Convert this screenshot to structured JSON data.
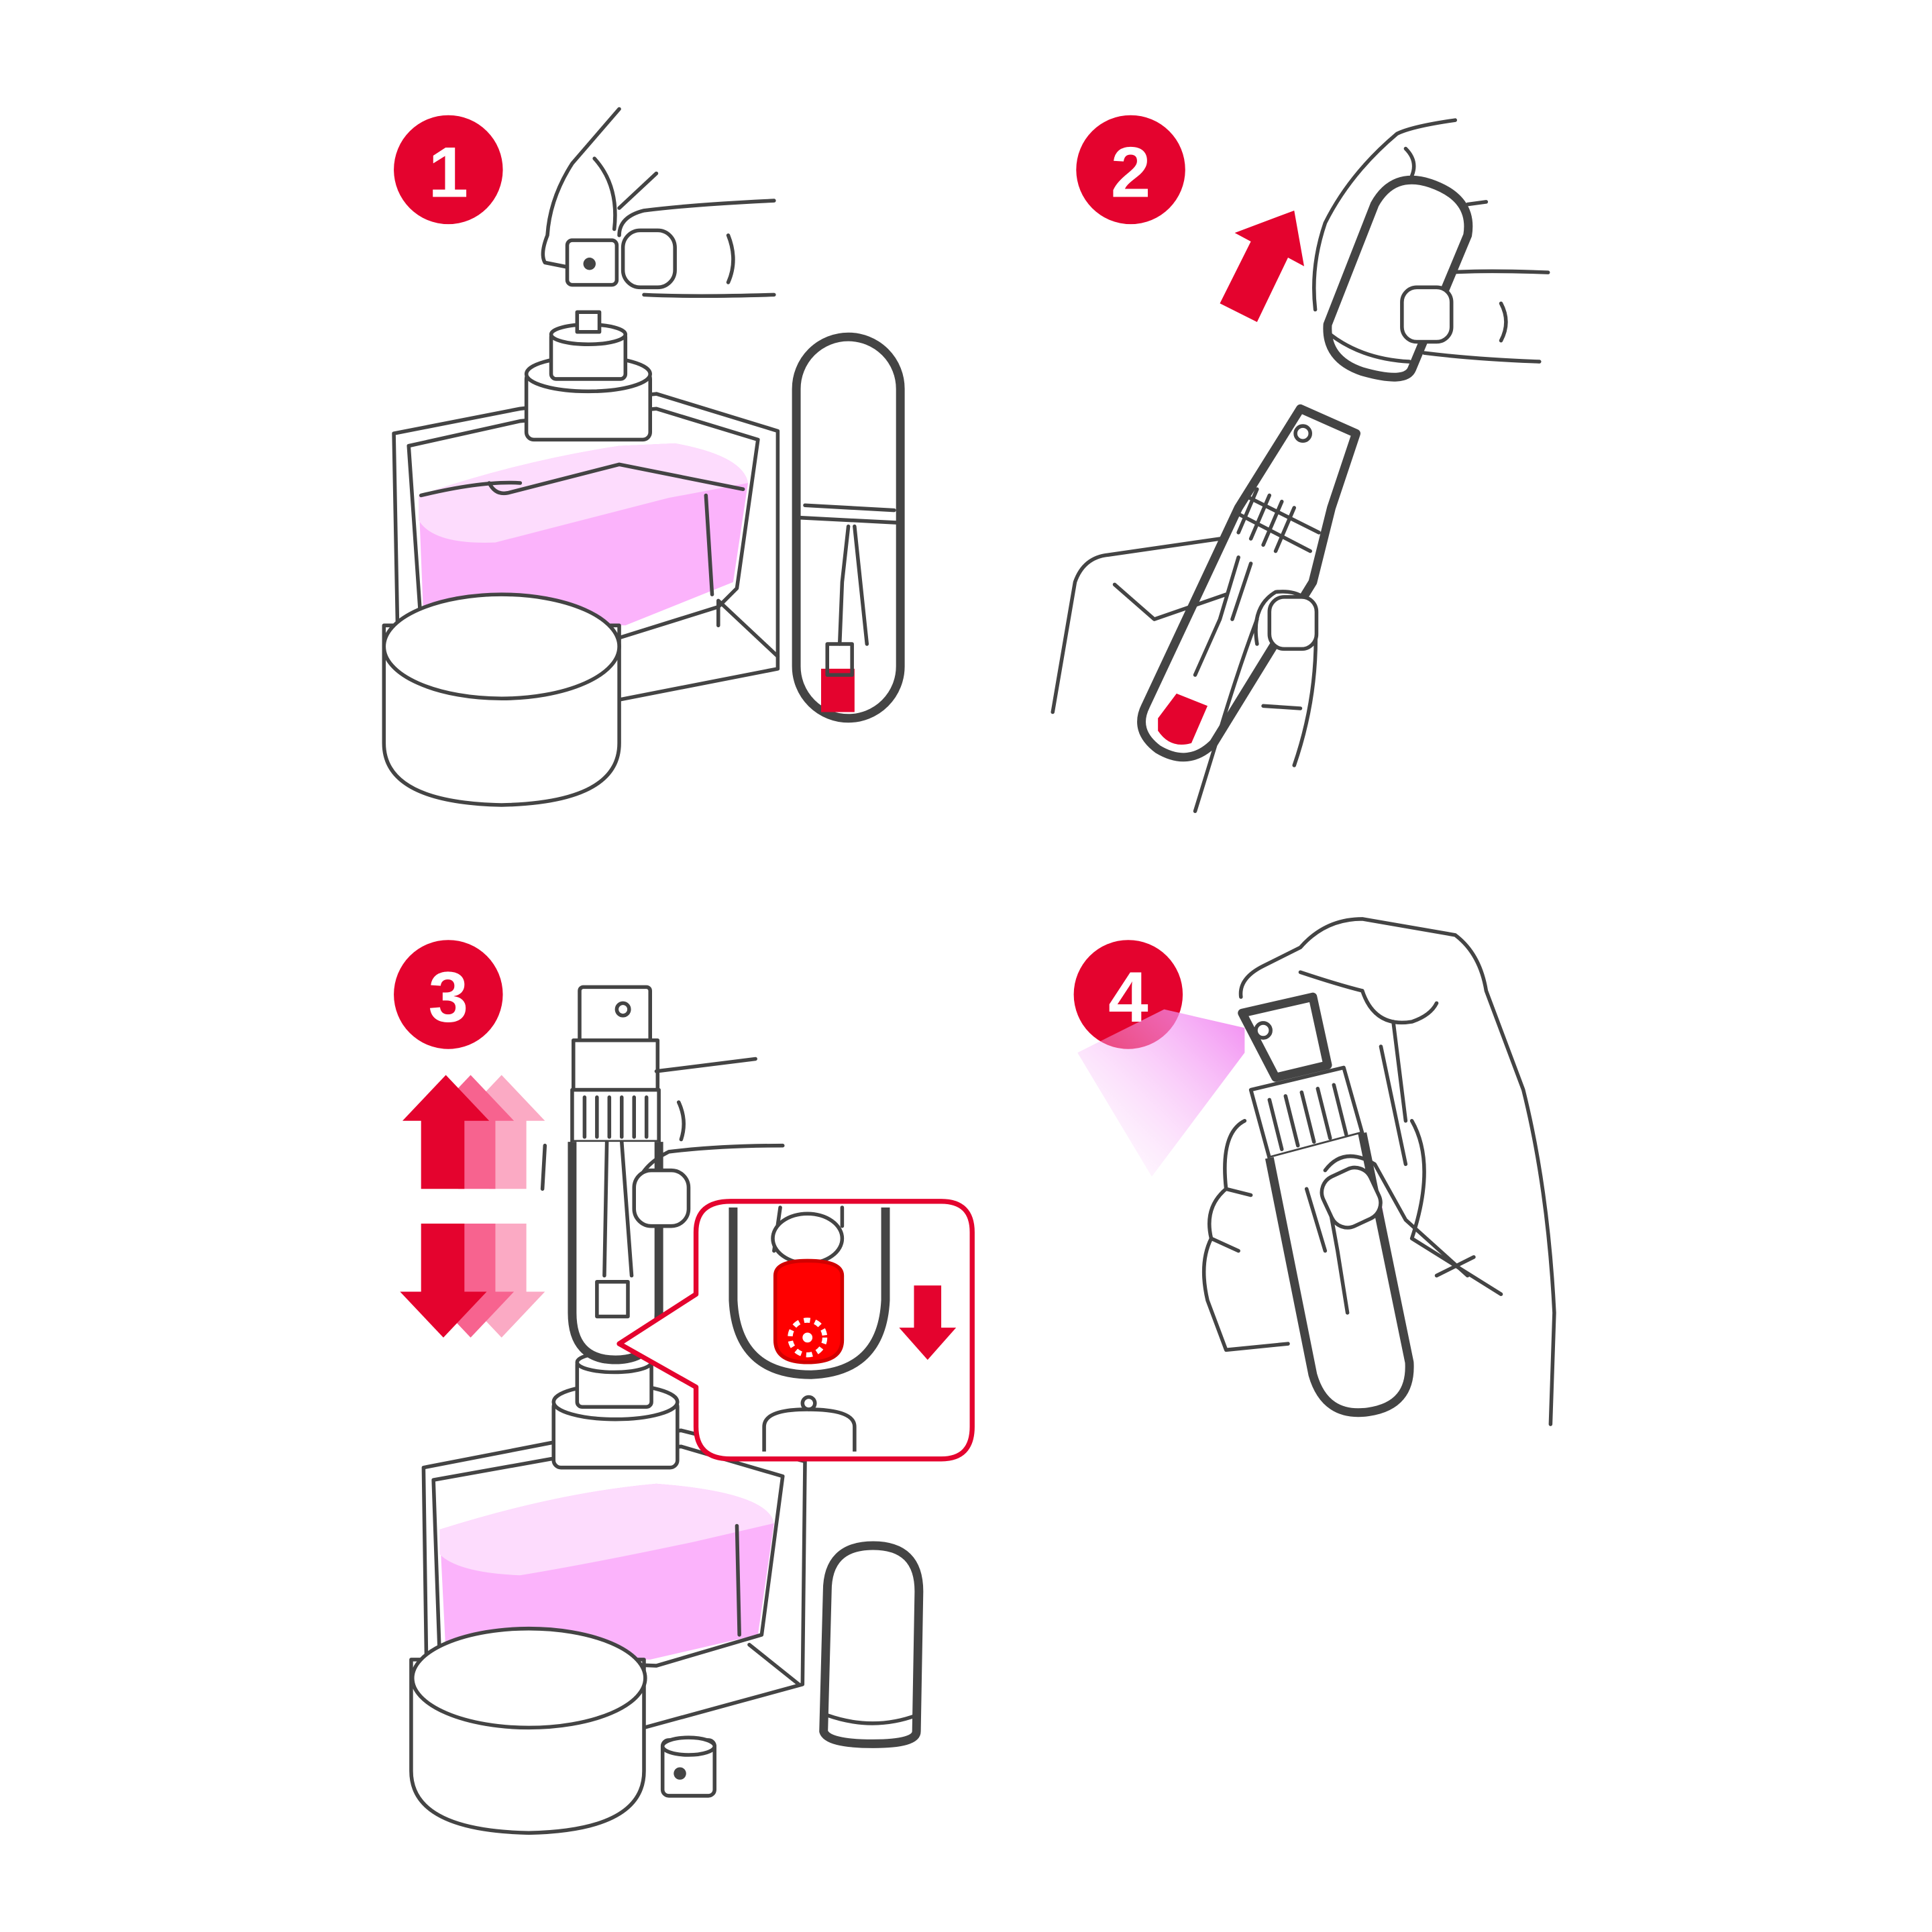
{
  "steps": [
    {
      "number": "1"
    },
    {
      "number": "2"
    },
    {
      "number": "3"
    },
    {
      "number": "4"
    }
  ],
  "colors": {
    "accent_red": "#e4032e",
    "liquid_pink": "#fbb3fb",
    "liquid_light": "#fddcfd",
    "outline": "#444444",
    "arrow_mid": "#f7638f",
    "arrow_light": "#fbaac4",
    "liquid_magenta": "#e0307f"
  }
}
